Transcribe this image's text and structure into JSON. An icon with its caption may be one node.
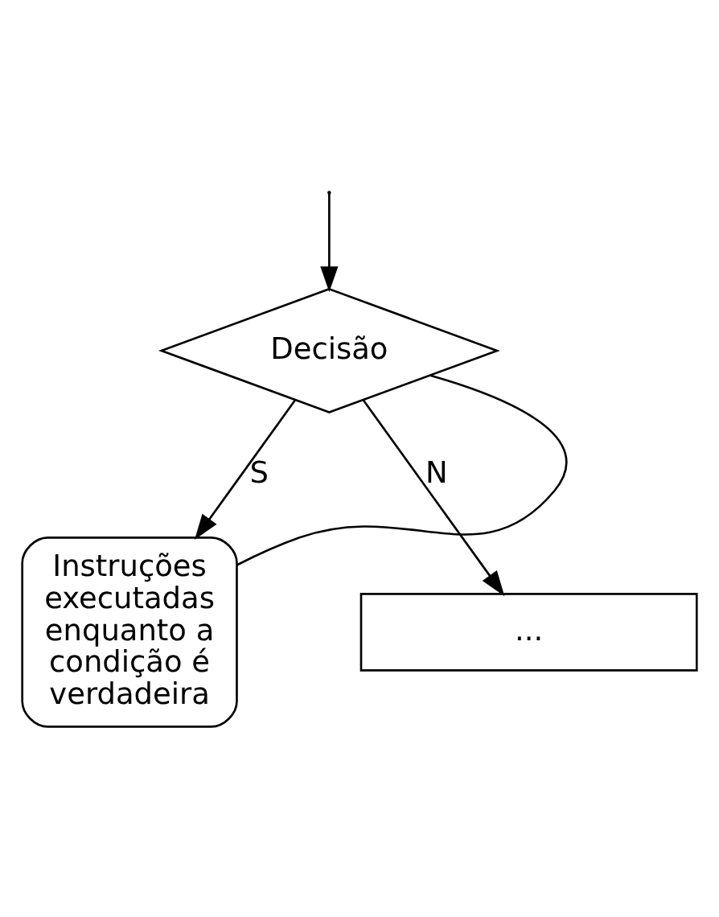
{
  "diagram": {
    "nodes": [
      {
        "text": [
          "Decisão"
        ]
      },
      {
        "text": [
          "Instruções executadas enquanto a condição é verdadeira"
        ]
      },
      {
        "text": [
          "..."
        ]
      }
    ],
    "edges": [
      {
        "from": null,
        "to": 0,
        "arrow": "to"
      },
      {
        "from": 0,
        "to": 1,
        "label": "S",
        "arrow": "to"
      },
      {
        "from": 1,
        "to": 0,
        "arrow": "none"
      },
      {
        "from": 0,
        "to": 2,
        "label": "N",
        "arrow": "to"
      }
    ]
  }
}
